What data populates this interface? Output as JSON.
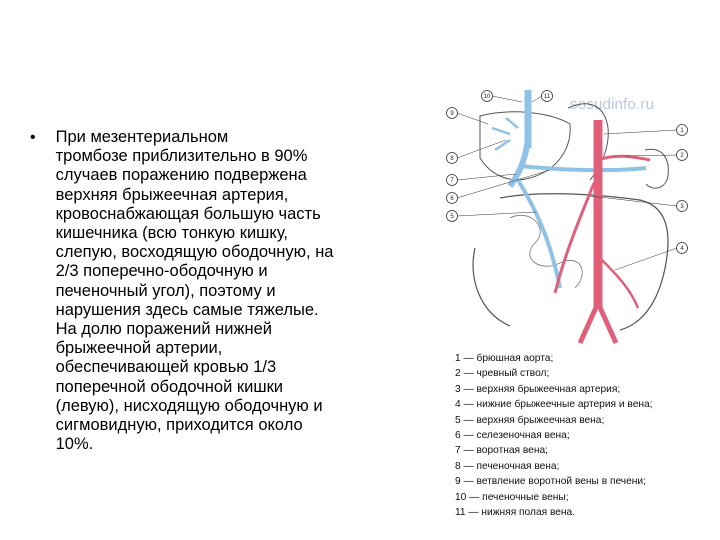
{
  "slide": {
    "bullet_text": "При мезентериальном\nтромбозе приблизительно в 90%\nслучаев поражению подвержена\nверхняя брыжеечная артерия,\nкровоснабжающая большую часть\nкишечника (всю тонкую кишку,\nслепую, восходящую ободочную, на\n2/3 поперечно-ободочную и\nпеченочный угол), поэтому и\nнарушения здесь самые тяжелые.\nНа долю поражений нижней\nбрыжеечной артерии,\nобеспечивающей кровью 1/3\nпоперечной ободочной кишки\n(левую), нисходящую ободочную и\nсигмовидную, приходится около\n10%."
  },
  "watermark": "sosudinfo.ru",
  "figure": {
    "callouts": [
      "10",
      "11",
      "9",
      "1",
      "2",
      "8",
      "7",
      "6",
      "3",
      "5",
      "4"
    ],
    "colors": {
      "artery": "#e0607a",
      "vein": "#8ec3e6",
      "organ_outline": "#555555"
    }
  },
  "legend": [
    "1 — брюшная аорта;",
    "2 — чревный ствол;",
    "3 — верхняя брыжеечная артерия;",
    "4 — нижние брыжеечные артерия и вена;",
    "5 — верхняя брыжеечная вена;",
    "6 — селезеночная вена;",
    "7 — воротная вена;",
    "8 — печеночная вена;",
    "9 — ветвление воротной вены в печени;",
    "10 — печеночные вены;",
    "11 — нижняя полая вена."
  ]
}
